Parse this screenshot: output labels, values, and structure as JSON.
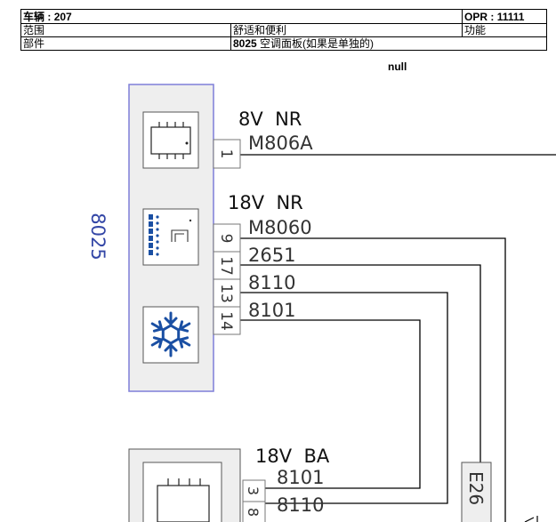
{
  "header": {
    "vehicle_label": "车辆",
    "vehicle_value": ": 207",
    "opr_label": "OPR",
    "opr_value": ": 11111",
    "scope_label": "范围",
    "scope_value": "舒适和便利",
    "function_label": "功能",
    "component_label": "部件",
    "component_code": "8025",
    "component_name": "空调面板(如果是单独的)"
  },
  "note": "null",
  "colors": {
    "panel_border": "#7f7fd8",
    "panel_fill": "#eeeeee",
    "icon_blue": "#1a4fa3",
    "component_label_blue": "#3346a6",
    "wire": "#000000"
  },
  "diagram": {
    "component_label": "8025",
    "icons": [
      "module-chip-icon",
      "slider-levels-icon",
      "snowflake-icon"
    ],
    "groups": [
      {
        "supply": "8V  NR",
        "pins": [
          "1"
        ],
        "wires": [
          "M806A"
        ]
      },
      {
        "supply": "18V  NR",
        "pins": [
          "9",
          "17",
          "13",
          "14"
        ],
        "wires": [
          "M8060",
          "2651",
          "8110",
          "8101"
        ]
      }
    ],
    "lower_component": {
      "supply": "18V  BA",
      "pins": [
        "3",
        "8"
      ],
      "wires": [
        "8101",
        "8110"
      ],
      "connector_label": "E26"
    }
  }
}
